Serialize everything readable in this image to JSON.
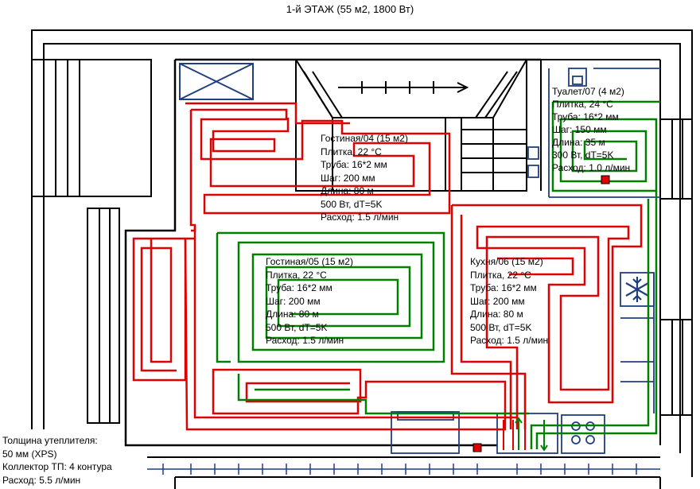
{
  "title": "1-й ЭТАЖ  (55 м2, 1800 Вт)",
  "colors": {
    "walls": "#000000",
    "red_loop": "#e00000",
    "green_loop": "#008000",
    "blue_furniture": "#1f3f7f",
    "collector": "#1f3f7f"
  },
  "rooms": [
    {
      "id": "living_04",
      "loop_color": "red",
      "lines": [
        "Гостиная/04 (15 м2)",
        "Плитка, 22 °C",
        "Труба: 16*2 мм",
        "Шаг: 200 мм",
        "Длина: 80 м",
        "500 Вт, dT=5K",
        "Расход: 1.5 л/мин"
      ]
    },
    {
      "id": "living_05",
      "loop_color": "green",
      "lines": [
        "Гостиная/05 (15 м2)",
        "Плитка, 22 °C",
        "Труба: 16*2 мм",
        "Шаг: 200 мм",
        "Длина: 80 м",
        "500 Вт, dT=5K",
        "Расход: 1.5 л/мин"
      ]
    },
    {
      "id": "kitchen_06",
      "loop_color": "red",
      "lines": [
        "Кухня/06 (15 м2)",
        "Плитка, 22 °C",
        "Труба: 16*2 мм",
        "Шаг: 200 мм",
        "Длина: 80 м",
        "500 Вт, dT=5K",
        "Расход: 1.5 л/мин"
      ]
    },
    {
      "id": "toilet_07",
      "loop_color": "green",
      "lines": [
        "Туалет/07 (4 м2)",
        "Плитка, 24 °C",
        "Труба: 16*2 мм",
        "Шаг: 150 мм",
        "Длина: 35 м",
        "300 Вт, dT=5K",
        "Расход: 1.0 л/мин"
      ]
    }
  ],
  "summary": {
    "lines": [
      "Толщина утеплителя:",
      "50 мм (XPS)",
      "Коллектор ТП: 4 контура",
      "Расход: 5.5 л/мин"
    ]
  },
  "icons": {
    "snowflake": "snowflake-icon",
    "collector_red": "collector-marker",
    "boiler_red": "boiler-marker"
  }
}
